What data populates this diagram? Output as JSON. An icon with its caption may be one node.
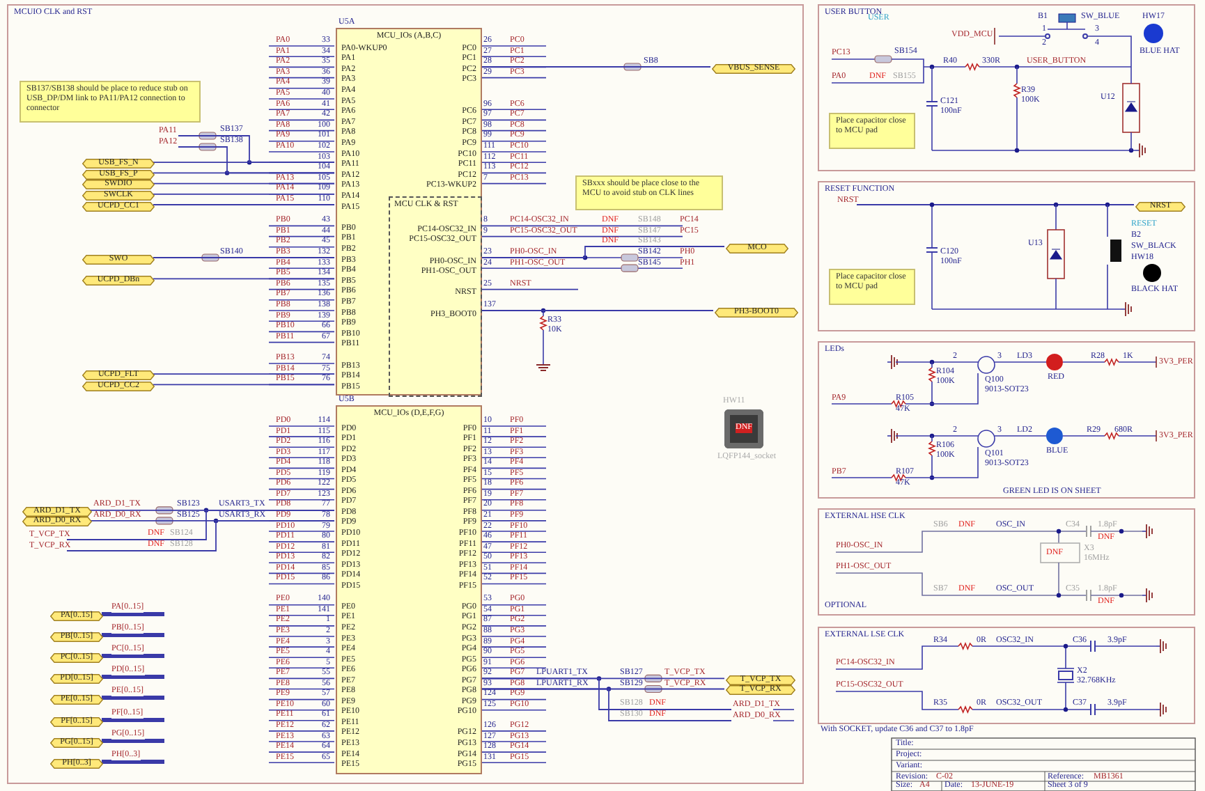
{
  "diagram": {
    "nodes": [
      {
        "text": [
          "MCUIO CLK and RST"
        ]
      },
      {
        "text": [
          "SB137/SB138 should be place to reduce stub on USB_DP/DM link to PA11/PA12 connection to connector"
        ],
        "in": 0
      },
      {
        "text": [
          "U5A",
          "MCU_IOs (A,B,C)",
          "PA0-WKUP0",
          "PA1",
          "PA2",
          "PA3",
          "PA4",
          "PA5",
          "PA6",
          "PA7",
          "PA8",
          "PA9",
          "PA10",
          "PA11",
          "PA12",
          "PA13",
          "PA14",
          "PA15",
          "PB0",
          "PB1",
          "PB2",
          "PB3",
          "PB4",
          "PB5",
          "PB6",
          "PB7",
          "PB8",
          "PB9",
          "PB10",
          "PB11",
          "PB13",
          "PB14",
          "PB15",
          "PC0",
          "PC1",
          "PC2",
          "PC3",
          "PC6",
          "PC7",
          "PC8",
          "PC9",
          "PC10",
          "PC11",
          "PC12",
          "PC13-WKUP2"
        ],
        "in": 0
      },
      {
        "text": [
          "MCU CLK & RST",
          "PC14-OSC32_IN",
          "PC15-OSC32_OUT",
          "PH0-OSC_IN",
          "PH1-OSC_OUT",
          "NRST",
          "PH3_BOOT0"
        ],
        "in": 2
      },
      {
        "text": [
          "U5B",
          "MCU_IOs (D,E,F,G)",
          "PD0",
          "PD1",
          "PD2",
          "PD3",
          "PD4",
          "PD5",
          "PD6",
          "PD7",
          "PD8",
          "PD9",
          "PD10",
          "PD11",
          "PD12",
          "PD13",
          "PD14",
          "PD15",
          "PE0",
          "PE1",
          "PE2",
          "PE3",
          "PE4",
          "PE5",
          "PE6",
          "PE7",
          "PE8",
          "PE9",
          "PE10",
          "PE11",
          "PE12",
          "PE13",
          "PE14",
          "PE15",
          "PF0",
          "PF1",
          "PF2",
          "PF3",
          "PF4",
          "PF5",
          "PF6",
          "PF7",
          "PF8",
          "PF9",
          "PF10",
          "PF11",
          "PF12",
          "PF13",
          "PF14",
          "PF15",
          "PG0",
          "PG1",
          "PG2",
          "PG3",
          "PG4",
          "PG5",
          "PG6",
          "PG7",
          "PG8",
          "PG9",
          "PG10",
          "PG12",
          "PG13",
          "PG14",
          "PG15"
        ],
        "in": 0
      },
      {
        "text": [
          "SBxxx should be place close to the MCU to avoid stub on CLK lines"
        ],
        "in": 0
      },
      {
        "text": [
          "USB_FS_N"
        ],
        "in": 0
      },
      {
        "text": [
          "USB_FS_P"
        ],
        "in": 0
      },
      {
        "text": [
          "SWDIO"
        ],
        "in": 0
      },
      {
        "text": [
          "SWCLK"
        ],
        "in": 0
      },
      {
        "text": [
          "UCPD_CC1"
        ],
        "in": 0
      },
      {
        "text": [
          "SWO"
        ],
        "in": 0
      },
      {
        "text": [
          "UCPD_DBn"
        ],
        "in": 0
      },
      {
        "text": [
          "UCPD_FLT"
        ],
        "in": 0
      },
      {
        "text": [
          "UCPD_CC2"
        ],
        "in": 0
      },
      {
        "text": [
          "VBUS_SENSE"
        ],
        "in": 0
      },
      {
        "text": [
          "MCO"
        ],
        "in": 0
      },
      {
        "text": [
          "PH3-BOOT0"
        ],
        "in": 0
      },
      {
        "text": [
          "DNF"
        ],
        "beside": [
          "HW11",
          "LQFP144_socket"
        ],
        "in": 0
      },
      {
        "text": [
          "ARD_D1_TX"
        ],
        "in": 0
      },
      {
        "text": [
          "ARD_D0_RX"
        ],
        "in": 0
      },
      {
        "text": [
          "T_VCP_TX"
        ],
        "in": 0
      },
      {
        "text": [
          "T_VCP_RX"
        ],
        "in": 0
      },
      {
        "text": [
          "PA[0..15]"
        ],
        "in": 0
      },
      {
        "text": [
          "PB[0..15]"
        ],
        "in": 0
      },
      {
        "text": [
          "PC[0..15]"
        ],
        "in": 0
      },
      {
        "text": [
          "PD[0..15]"
        ],
        "in": 0
      },
      {
        "text": [
          "PE[0..15]"
        ],
        "in": 0
      },
      {
        "text": [
          "PF[0..15]"
        ],
        "in": 0
      },
      {
        "text": [
          "PG[0..15]"
        ],
        "in": 0
      },
      {
        "text": [
          "PH[0..3]"
        ],
        "in": 0
      },
      {
        "text": [
          "USER BUTTON"
        ]
      },
      {
        "text": [
          "Place capacitor close to MCU pad"
        ],
        "in": 31
      },
      {
        "text": [
          "RESET FUNCTION"
        ]
      },
      {
        "text": [
          "Place capacitor close to MCU pad"
        ],
        "in": 33
      },
      {
        "text": [
          "NRST"
        ],
        "in": 33
      },
      {
        "text": [
          "LEDs"
        ]
      },
      {
        "text": [
          "EXTERNAL HSE CLK",
          "OPTIONAL"
        ]
      },
      {
        "text": [
          "EXTERNAL LSE CLK"
        ]
      },
      {
        "text": [
          "PA11"
        ],
        "in": 0
      },
      {
        "text": [
          "PA12"
        ],
        "in": 0
      },
      {
        "text": [
          "T_VCP_TX"
        ],
        "in": 0
      },
      {
        "text": [
          "T_VCP_RX"
        ],
        "in": 0
      },
      {
        "text": [
          "ARD_D1_TX"
        ],
        "in": 0
      },
      {
        "text": [
          "ARD_D0_RX"
        ],
        "in": 0
      },
      {
        "text": [
          "NRST"
        ],
        "in": 33
      }
    ],
    "edges": [
      {
        "from": 6,
        "to": 2,
        "arrow": "none"
      },
      {
        "from": 7,
        "to": 2,
        "arrow": "none"
      },
      {
        "from": 8,
        "to": 2,
        "arrow": "none"
      },
      {
        "from": 9,
        "to": 2,
        "arrow": "none"
      },
      {
        "from": 10,
        "to": 2,
        "arrow": "none"
      },
      {
        "from": 11,
        "to": 2,
        "arrow": "none"
      },
      {
        "from": 12,
        "to": 2,
        "arrow": "none"
      },
      {
        "from": 13,
        "to": 2,
        "arrow": "none"
      },
      {
        "from": 14,
        "to": 2,
        "arrow": "none"
      },
      {
        "from": 2,
        "to": 15,
        "arrow": "none"
      },
      {
        "from": 3,
        "to": 16,
        "arrow": "none"
      },
      {
        "from": 3,
        "to": 17,
        "arrow": "none"
      },
      {
        "from": 19,
        "to": 4,
        "arrow": "none"
      },
      {
        "from": 20,
        "to": 4,
        "arrow": "none"
      },
      {
        "from": 4,
        "to": 21,
        "arrow": "none"
      },
      {
        "from": 4,
        "to": 22,
        "arrow": "none"
      },
      {
        "from": 23,
        "to": null,
        "arrow": "none",
        "label": "PA[0..15]",
        "style": "thick"
      },
      {
        "from": 24,
        "to": null,
        "arrow": "none",
        "label": "PB[0..15]",
        "style": "thick"
      },
      {
        "from": 25,
        "to": null,
        "arrow": "none",
        "label": "PC[0..15]",
        "style": "thick"
      },
      {
        "from": 26,
        "to": null,
        "arrow": "none",
        "label": "PD[0..15]",
        "style": "thick"
      },
      {
        "from": 27,
        "to": null,
        "arrow": "none",
        "label": "PE[0..15]",
        "style": "thick"
      },
      {
        "from": 28,
        "to": null,
        "arrow": "none",
        "label": "PF[0..15]",
        "style": "thick"
      },
      {
        "from": 29,
        "to": null,
        "arrow": "none",
        "label": "PG[0..15]",
        "style": "thick"
      },
      {
        "from": 30,
        "to": null,
        "arrow": "none",
        "label": "PH[0..3]",
        "style": "thick"
      },
      {
        "from": 45,
        "to": 35,
        "arrow": "none"
      },
      {
        "from": 39,
        "to": 2,
        "arrow": "none"
      },
      {
        "from": 40,
        "to": 2,
        "arrow": "none"
      },
      {
        "from": 41,
        "to": 4,
        "arrow": "none"
      },
      {
        "from": 42,
        "to": 4,
        "arrow": "none"
      },
      {
        "from": 4,
        "to": 43,
        "arrow": "none"
      },
      {
        "from": 4,
        "to": 44,
        "arrow": "none"
      }
    ],
    "labels": [
      "PA0",
      "33",
      "PA1",
      "34",
      "PA2",
      "35",
      "PA3",
      "36",
      "PA4",
      "39",
      "PA5",
      "40",
      "PA6",
      "41",
      "PA7",
      "42",
      "PA8",
      "100",
      "PA9",
      "101",
      "PA10",
      "102",
      "103",
      "104",
      "PA13",
      "105",
      "PA14",
      "109",
      "PA15",
      "110",
      "PB0",
      "43",
      "PB1",
      "44",
      "PB2",
      "45",
      "PB3",
      "132",
      "PB4",
      "133",
      "PB5",
      "134",
      "PB6",
      "135",
      "PB7",
      "136",
      "PB8",
      "138",
      "PB9",
      "139",
      "PB10",
      "66",
      "PB11",
      "67",
      "PB13",
      "74",
      "PB14",
      "75",
      "PB15",
      "76",
      "26",
      "PC0",
      "27",
      "PC1",
      "28",
      "PC2",
      "29",
      "PC3",
      "96",
      "PC6",
      "97",
      "PC7",
      "98",
      "PC8",
      "99",
      "PC9",
      "111",
      "PC10",
      "112",
      "PC11",
      "113",
      "PC12",
      "7",
      "PC13",
      "8",
      "PC14-OSC32_IN",
      "9",
      "PC15-OSC32_OUT",
      "23",
      "PH0-OSC_IN",
      "24",
      "PH1-OSC_OUT",
      "25",
      "NRST",
      "137",
      "PD0",
      "114",
      "PD1",
      "115",
      "PD2",
      "116",
      "PD3",
      "117",
      "PD4",
      "118",
      "PD5",
      "119",
      "PD6",
      "122",
      "PD7",
      "123",
      "PD8",
      "77",
      "PD9",
      "78",
      "PD10",
      "79",
      "PD11",
      "80",
      "PD12",
      "81",
      "PD13",
      "82",
      "PD14",
      "85",
      "PD15",
      "86",
      "PE0",
      "140",
      "PE1",
      "141",
      "PE2",
      "1",
      "PE3",
      "2",
      "PE4",
      "3",
      "PE5",
      "4",
      "PE6",
      "5",
      "PE7",
      "55",
      "PE8",
      "56",
      "PE9",
      "57",
      "PE10",
      "60",
      "PE11",
      "61",
      "PE12",
      "62",
      "PE13",
      "63",
      "PE14",
      "64",
      "PE15",
      "65",
      "10",
      "PF0",
      "11",
      "PF1",
      "12",
      "PF2",
      "13",
      "PF3",
      "14",
      "PF4",
      "15",
      "PF5",
      "18",
      "PF6",
      "19",
      "PF7",
      "20",
      "PF8",
      "21",
      "PF9",
      "22",
      "PF10",
      "46",
      "PF11",
      "47",
      "PF12",
      "50",
      "PF13",
      "51",
      "PF14",
      "52",
      "PF15",
      "53",
      "PG0",
      "54",
      "PG1",
      "87",
      "PG2",
      "88",
      "PG3",
      "89",
      "PG4",
      "90",
      "PG5",
      "91",
      "PG6",
      "92",
      "PG7",
      "93",
      "PG8",
      "124",
      "PG9",
      "125",
      "PG10",
      "126",
      "PG12",
      "127",
      "PG13",
      "128",
      "PG14",
      "131",
      "PG15",
      "SB137",
      "SB138",
      "SB140",
      "SB8",
      "DNF",
      "SB148",
      "PC14",
      "DNF",
      "SB147",
      "PC15",
      "DNF",
      "SB143",
      "SB142",
      "PH0",
      "SB145",
      "PH1",
      "R33",
      "10K",
      "ARD_D1_TX",
      "ARD_D0_RX",
      "SB123",
      "SB125",
      "USART3_TX",
      "USART3_RX",
      "DNF",
      "SB124",
      "DNF",
      "SB128",
      "LPUART1_TX",
      "LPUART1_RX",
      "SB127",
      "SB129",
      "T_VCP_TX",
      "T_VCP_RX",
      "SB128",
      "DNF",
      "SB130",
      "DNF",
      "USER",
      "B1",
      "SW_BLUE",
      "HW17",
      "1",
      "3",
      "VDD_MCU",
      "2",
      "4",
      "PC13",
      "SB154",
      "BLUE HAT",
      "PA0",
      "DNF",
      "SB155",
      "R40",
      "330R",
      "USER_BUTTON",
      "R39",
      "C121",
      "100K",
      "U12",
      "100nF",
      "C120",
      "100nF",
      "U13",
      "RESET",
      "B2",
      "SW_BLACK",
      "HW18",
      "BLACK HAT",
      "2",
      "3",
      "LD3",
      "R28",
      "1K",
      "3V3_PER",
      "RED",
      "R104",
      "100K",
      "Q100",
      "9013-SOT23",
      "PA9",
      "R105",
      "47K",
      "2",
      "3",
      "LD2",
      "R29",
      "680R",
      "3V3_PER",
      "BLUE",
      "R106",
      "100K",
      "Q101",
      "9013-SOT23",
      "PB7",
      "R107",
      "47K",
      "GREEN LED IS ON SHEET",
      "SB6",
      "DNF",
      "OSC_IN",
      "C34",
      "1.8pF",
      "DNF",
      "PH0-OSC_IN",
      "X3",
      "DNF",
      "16MHz",
      "PH1-OSC_OUT",
      "SB7",
      "DNF",
      "OSC_OUT",
      "C35",
      "1.8pF",
      "DNF",
      "R34",
      "0R",
      "OSC32_IN",
      "C36",
      "3.9pF",
      "PC14-OSC32_IN",
      "X2",
      "32.768KHz",
      "PC15-OSC32_OUT",
      "R35",
      "0R",
      "OSC32_OUT",
      "C37",
      "3.9pF",
      "With SOCKET, update C36 and C37 to 1.8pF",
      "Title:",
      "Project:",
      "Variant:",
      "Revision:",
      "C-02",
      "Reference:",
      "MB1361",
      "Size:",
      "A4",
      "Date:",
      "13-JUNE-19",
      "Sheet 3 of 9"
    ]
  }
}
